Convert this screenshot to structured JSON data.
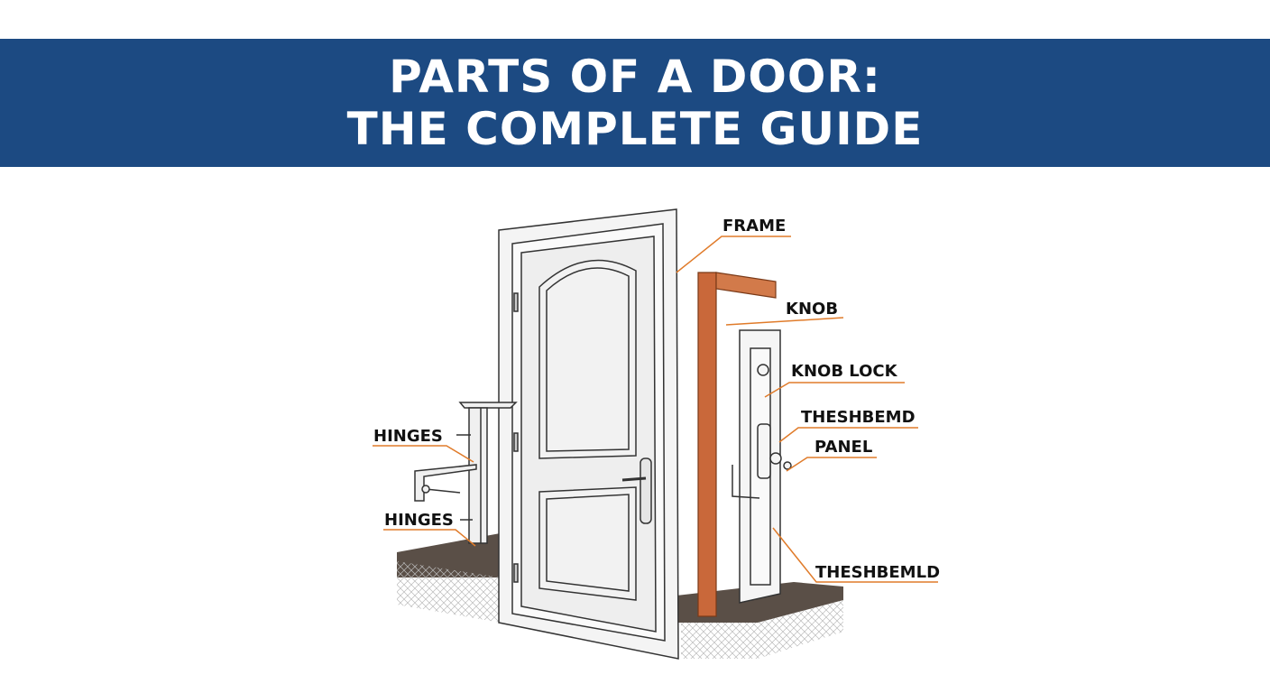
{
  "title": {
    "line1": "PARTS OF A DOOR:",
    "line2": "THE COMPLETE GUIDE"
  },
  "labels": {
    "frame": "FRAME",
    "knob": "KNOB",
    "knob_lock": "KNOB LOCK",
    "theshbemd": "THESHBEMD",
    "panel": "PANEL",
    "theshbemld": "THESHBEMLD",
    "hinges_top": "HINGES",
    "hinges_bottom": "HINGES"
  },
  "colors": {
    "banner": "#1c4a82",
    "leader": "#e07b2a",
    "frame_wood": "#c9683a"
  }
}
